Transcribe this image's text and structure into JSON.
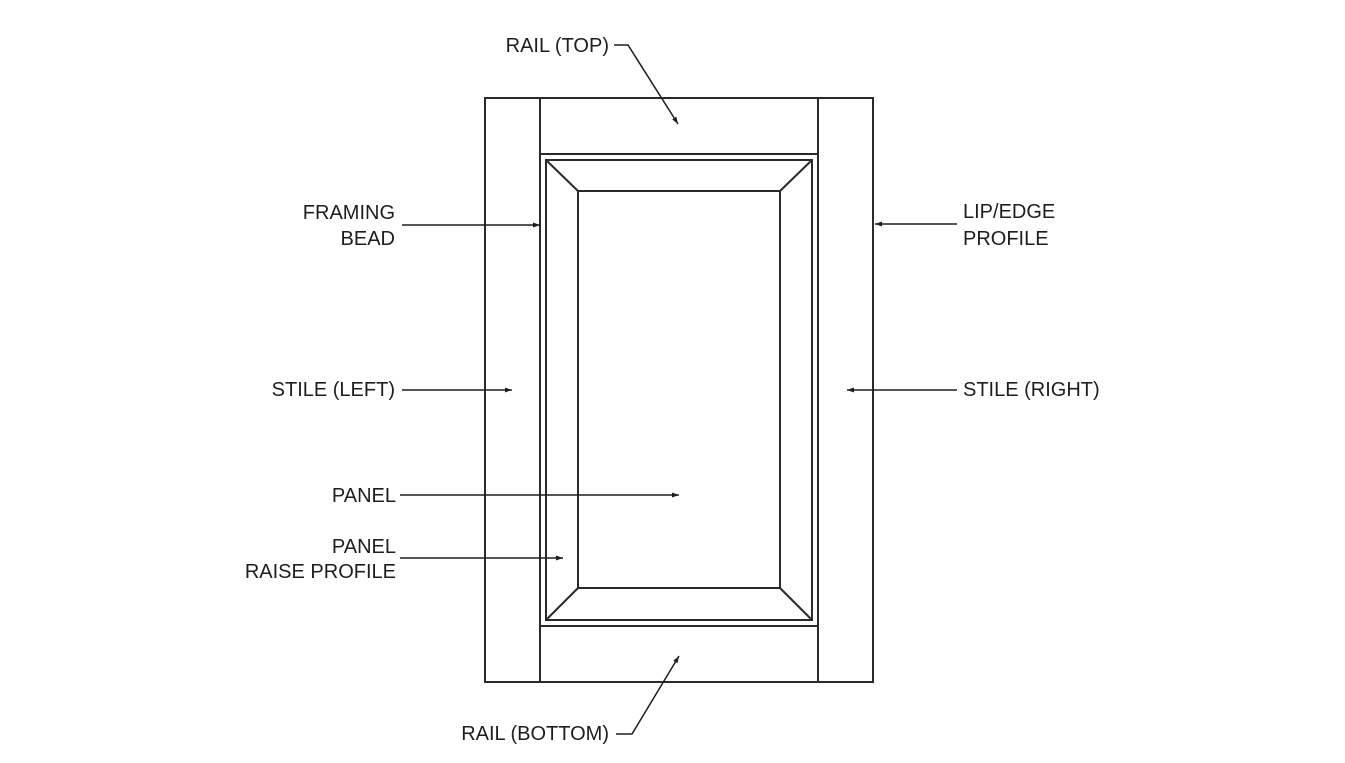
{
  "labels": {
    "rail_top": "RAIL (TOP)",
    "framing_bead_1": "FRAMING",
    "framing_bead_2": "BEAD",
    "lip_edge_1": "LIP/EDGE",
    "lip_edge_2": "PROFILE",
    "stile_left": "STILE (LEFT)",
    "stile_right": "STILE (RIGHT)",
    "panel": "PANEL",
    "panel_raise_1": "PANEL",
    "panel_raise_2": "RAISE PROFILE",
    "rail_bottom": "RAIL (BOTTOM)"
  },
  "colors": {
    "line": "#2a2a2a",
    "text": "#1e1e1e",
    "background": "#ffffff"
  }
}
